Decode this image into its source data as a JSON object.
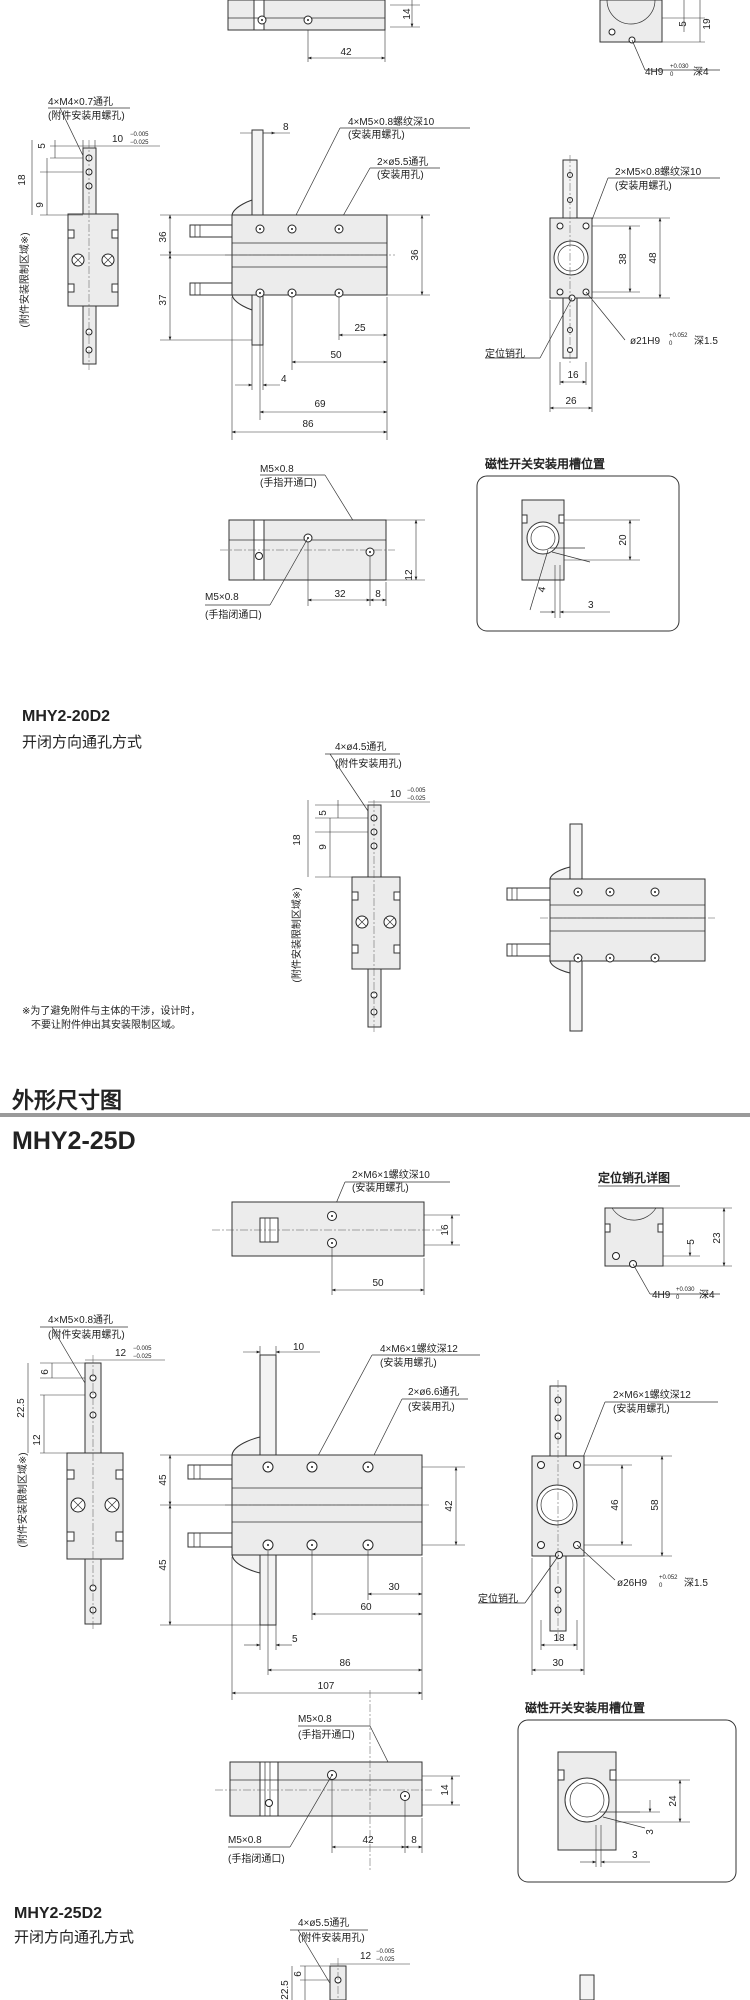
{
  "sections": {
    "top_tail": {
      "dims": {
        "d42": "42",
        "d14": "14",
        "d5": "5",
        "d19": "19"
      },
      "pin": "4H9",
      "tol": "+0.030",
      "tol0": "0",
      "depth": "深4"
    },
    "mhy2_20d": {
      "side_view": {
        "callout": "4×M4×0.7通孔",
        "callout_sub": "(附件安装用螺孔)",
        "dim_10": "10",
        "tol_upper": "−0.005",
        "tol_lower": "−0.025",
        "dims": {
          "d5": "5",
          "d18": "18",
          "d9": "9"
        },
        "vertical_note": "(附件安装限制区域※)"
      },
      "front_view": {
        "callout_a": "4×M5×0.8螺纹深10",
        "callout_a_sub": "(安装用螺孔)",
        "callout_b": "2×ø5.5通孔",
        "callout_b_sub": "(安装用孔)",
        "dims": {
          "d8": "8",
          "d36l": "36",
          "d37": "37",
          "d36r": "36",
          "d25": "25",
          "d50": "50",
          "d4": "4",
          "d69": "69",
          "d86": "86"
        }
      },
      "end_view": {
        "callout": "2×M5×0.8螺纹深10",
        "callout_sub": "(安装用螺孔)",
        "dims": {
          "d38": "38",
          "d48": "48",
          "d16": "16",
          "d26": "26"
        },
        "bore": "ø21H9",
        "bore_tol": "+0.052",
        "bore_tol0": "0",
        "bore_depth": "深1.5",
        "pin_label": "定位销孔"
      },
      "bottom_view": {
        "port_open": "M5×0.8",
        "port_open_sub": "(手指开通口)",
        "port_close": "M5×0.8",
        "port_close_sub": "(手指闭通口)",
        "dims": {
          "d32": "32",
          "d8": "8",
          "d12": "12"
        }
      },
      "switch_box": {
        "title": "磁性开关安装用槽位置",
        "dims": {
          "d20": "20",
          "d4": "4",
          "d3": "3"
        }
      }
    },
    "mhy2_20d2": {
      "title": "MHY2-20D2",
      "subtitle": "开闭方向通孔方式",
      "callout": "4×ø4.5通孔",
      "callout_sub": "(附件安装用孔)",
      "dim_10": "10",
      "tol_upper": "−0.005",
      "tol_lower": "−0.025",
      "dims": {
        "d5": "5",
        "d18": "18",
        "d9": "9"
      },
      "vertical_note": "(附件安装限制区域※)",
      "note_line1": "※为了避免附件与主体的干涉，设计时，",
      "note_line2": "不要让附件伸出其安装限制区域。"
    },
    "heading_section": "外形尺寸图",
    "mhy2_25d": {
      "title": "MHY2-25D",
      "top_view": {
        "callout": "2×M6×1螺纹深10",
        "callout_sub": "(安装用螺孔)",
        "dims": {
          "d16": "16",
          "d50": "50"
        }
      },
      "pin_detail": {
        "title": "定位销孔详图",
        "dims": {
          "d5": "5",
          "d23": "23"
        },
        "pin": "4H9",
        "tol": "+0.030",
        "tol0": "0",
        "depth": "深4"
      },
      "side_view": {
        "callout": "4×M5×0.8通孔",
        "callout_sub": "(附件安装用螺孔)",
        "dim_12": "12",
        "tol_upper": "−0.005",
        "tol_lower": "−0.025",
        "dims": {
          "d6": "6",
          "d22_5": "22.5",
          "d12": "12"
        },
        "vertical_note": "(附件安装限制区域※)"
      },
      "front_view": {
        "callout_a": "4×M6×1螺纹深12",
        "callout_a_sub": "(安装用螺孔)",
        "callout_b": "2×ø6.6通孔",
        "callout_b_sub": "(安装用孔)",
        "dims": {
          "d10": "10",
          "d45a": "45",
          "d45b": "45",
          "d42": "42",
          "d30": "30",
          "d60": "60",
          "d5": "5",
          "d86": "86",
          "d107": "107"
        }
      },
      "end_view": {
        "callout": "2×M6×1螺纹深12",
        "callout_sub": "(安装用螺孔)",
        "dims": {
          "d46": "46",
          "d58": "58",
          "d18": "18",
          "d30": "30"
        },
        "bore": "ø26H9",
        "bore_tol": "+0.052",
        "bore_tol0": "0",
        "bore_depth": "深1.5",
        "pin_label": "定位销孔"
      },
      "bottom_view": {
        "port_open": "M5×0.8",
        "port_open_sub": "(手指开通口)",
        "port_close": "M5×0.8",
        "port_close_sub": "(手指闭通口)",
        "dims": {
          "d14": "14",
          "d42": "42",
          "d8": "8"
        }
      },
      "switch_box": {
        "title": "磁性开关安装用槽位置",
        "dims": {
          "d24": "24",
          "d3a": "3",
          "d3b": "3"
        }
      }
    },
    "mhy2_25d2": {
      "title": "MHY2-25D2",
      "subtitle": "开闭方向通孔方式",
      "callout": "4×ø5.5通孔",
      "callout_sub": "(附件安装用孔)",
      "dim_12": "12",
      "tol_upper": "−0.005",
      "tol_lower": "−0.025",
      "dims": {
        "d6": "6",
        "d22_5": "22.5"
      }
    }
  }
}
